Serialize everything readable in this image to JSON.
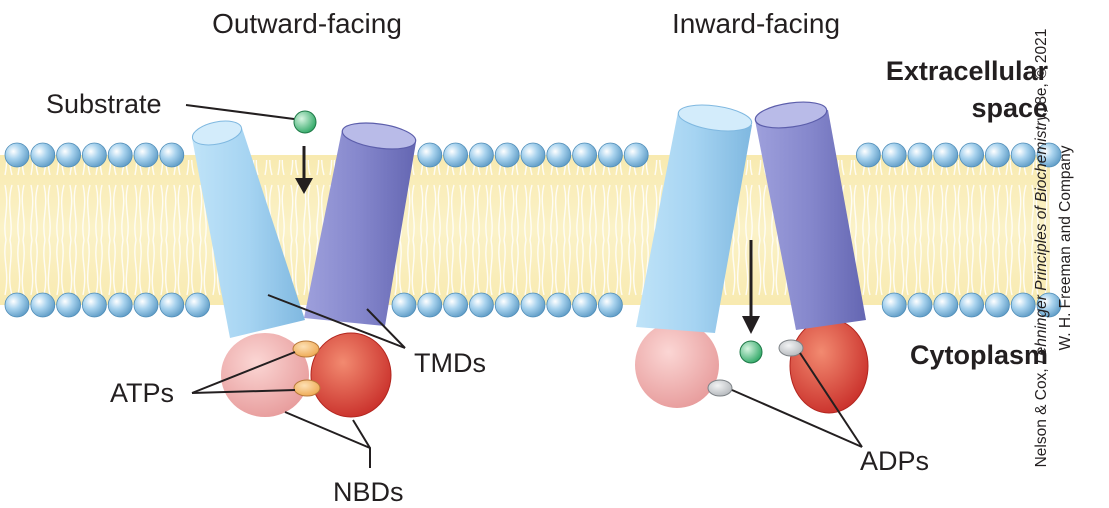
{
  "labels": {
    "outward": "Outward-facing",
    "inward": "Inward-facing",
    "extracellular_line1": "Extracellular",
    "extracellular_line2": "space",
    "cytoplasm": "Cytoplasm",
    "substrate": "Substrate",
    "atps": "ATPs",
    "tmds": "TMDs",
    "nbds": "NBDs",
    "adps": "ADPs"
  },
  "credit": {
    "line1_prefix": "Nelson & Cox, ",
    "line1_title": "Lehninger Principles of Biochemistry",
    "line1_suffix": ", 8e, © 2021",
    "line2": "W. H. Freeman and Company"
  },
  "colors": {
    "membrane_core": "#f6e7a6",
    "lipid_head": "#9fcbe8",
    "tmd_light": "#a9d6f3",
    "tmd_dark": "#7f80c8",
    "nbd_pink": "#f2b3b3",
    "nbd_red": "#d9463a",
    "atp": "#f4b86a",
    "adp": "#c9cccf",
    "substrate": "#4fbf7f"
  }
}
